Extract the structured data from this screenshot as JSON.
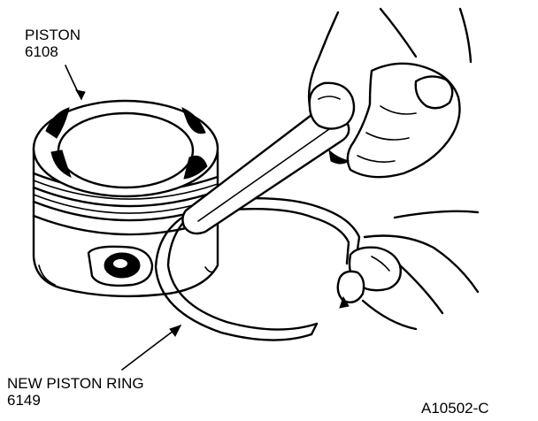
{
  "labels": {
    "piston": {
      "name": "PISTON",
      "part_number": "6108"
    },
    "piston_ring": {
      "name": "NEW PISTON RING",
      "part_number": "6149"
    },
    "figure_code": "A10502-C"
  },
  "colors": {
    "ink": "#000000",
    "background": "#ffffff"
  }
}
